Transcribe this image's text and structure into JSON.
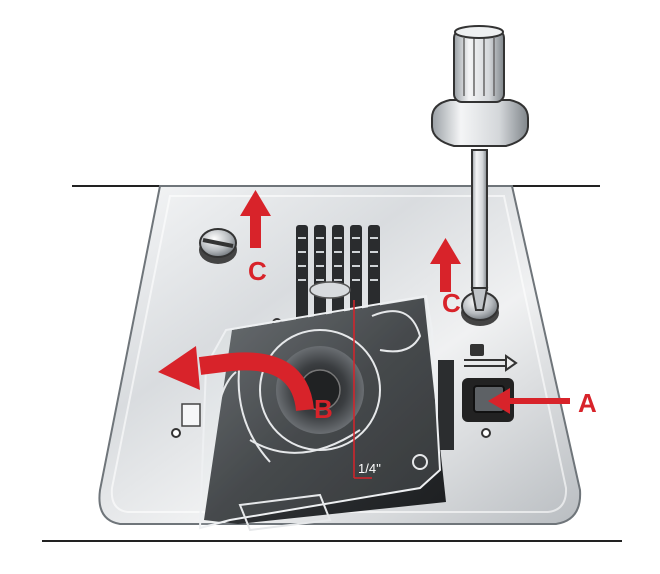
{
  "labels": {
    "a": "A",
    "b": "B",
    "c_left": "C",
    "c_right": "C",
    "seam_guide": "1/4''"
  },
  "colors": {
    "accent_red": "#d8232a",
    "plate_light": "#eceeef",
    "plate_mid": "#c9cdd1",
    "plate_dark": "#8d9297",
    "bobbin_cover": "#3a3d40",
    "line": "#222222"
  },
  "icons": {
    "screwdriver": "screwdriver-icon",
    "screw": "screw-icon",
    "arrow": "arrow-icon",
    "release_button": "release-button-icon"
  }
}
